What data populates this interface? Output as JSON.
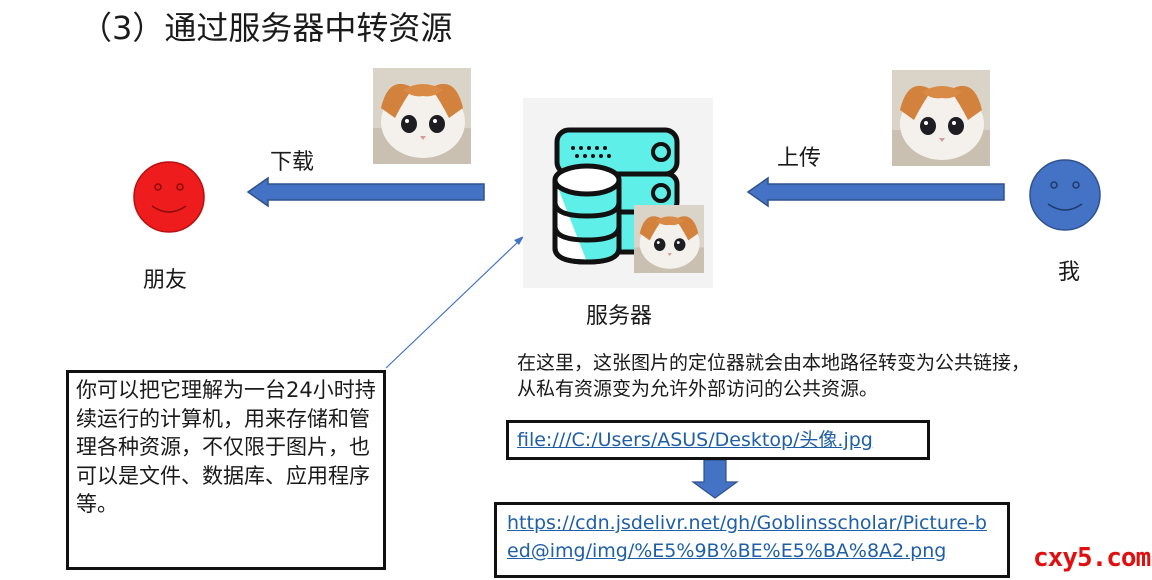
{
  "title": "（3）通过服务器中转资源",
  "people": {
    "friend_label": "朋友",
    "me_label": "我"
  },
  "flows": {
    "download_label": "下载",
    "upload_label": "上传"
  },
  "server": {
    "label": "服务器"
  },
  "note_box": {
    "text": "你可以把它理解为一台24小时持续运行的计算机，用来存储和管理各种资源，不仅限于图片，也可以是文件、数据库、应用程序等。"
  },
  "explanation": {
    "line1": "在这里，这张图片的定位器就会由本地路径转变为公共链接，",
    "line2": "从私有资源变为允许外部访问的公共资源。"
  },
  "local_path": "file:///C:/Users/ASUS/Desktop/头像.jpg",
  "public_url": "https://cdn.jsdelivr.net/gh/Goblinsscholar/Picture-bed@img/img/%E5%9B%BE%E5%BA%8A2.png",
  "watermark": "cxy5.com",
  "colors": {
    "friend_face": "#ee1c1c",
    "me_face": "#4472c4",
    "arrow_fill": "#4472c4",
    "arrow_stroke": "#2f528f",
    "server_teal": "#5ef0e8",
    "watermark": "#e01010"
  }
}
